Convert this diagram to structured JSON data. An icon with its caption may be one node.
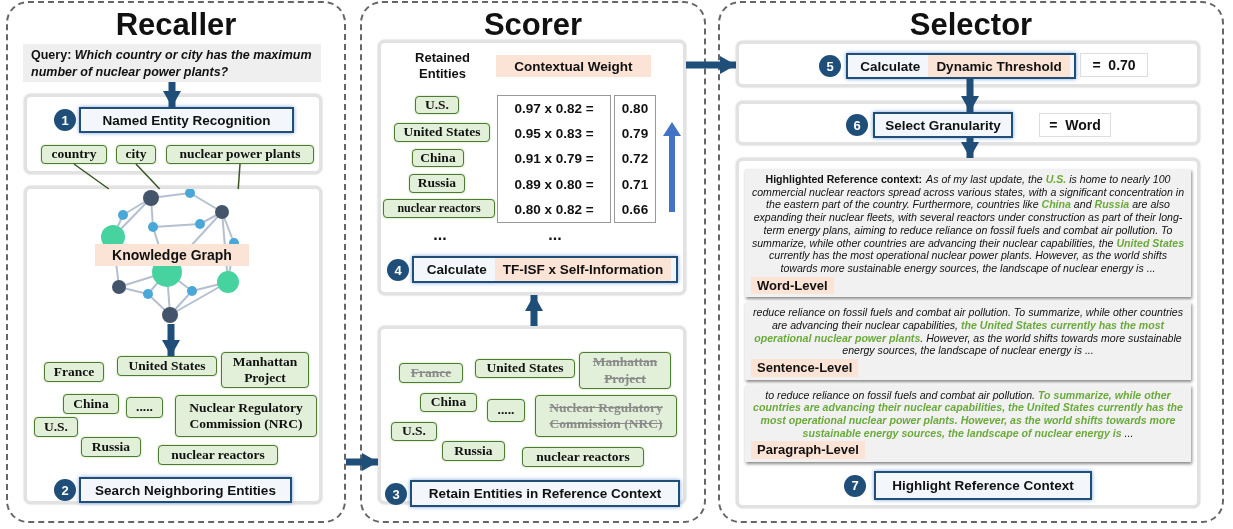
{
  "diagram": {
    "nodes": [
      {
        "text": [
          "Recaller"
        ]
      },
      {
        "text": [
          "Query: *Which country or city has the maximum number of nuclear power plants?*"
        ],
        "in": 0
      },
      {
        "text": [],
        "shape": "box",
        "in": 0
      },
      {
        "text": [
          "Named Entity Recognition"
        ],
        "beside": [
          "1"
        ],
        "in": 2
      },
      {
        "text": [
          "country"
        ],
        "in": 2
      },
      {
        "text": [
          "city"
        ],
        "in": 2
      },
      {
        "text": [
          "nuclear power plants"
        ],
        "in": 2
      },
      {
        "text": [],
        "shape": "box",
        "in": 0
      },
      {
        "text": [
          "Knowledge Graph"
        ],
        "in": 7
      },
      {
        "text": [
          "France"
        ],
        "in": 7
      },
      {
        "text": [
          "United States"
        ],
        "in": 7
      },
      {
        "text": [
          "Manhattan Project"
        ],
        "in": 7
      },
      {
        "text": [
          "China"
        ],
        "in": 7
      },
      {
        "text": [
          "....."
        ],
        "in": 7
      },
      {
        "text": [
          "Nuclear Regulatory Commission (NRC)"
        ],
        "in": 7
      },
      {
        "text": [
          "U.S."
        ],
        "in": 7
      },
      {
        "text": [
          "Russia"
        ],
        "in": 7
      },
      {
        "text": [
          "nuclear reactors"
        ],
        "in": 7
      },
      {
        "text": [
          "Search Neighboring Entities"
        ],
        "beside": [
          "2"
        ],
        "in": 7
      },
      {
        "text": [
          "Scorer"
        ]
      },
      {
        "text": [],
        "shape": "box",
        "in": 19
      },
      {
        "text": [
          "Contextual Weight"
        ],
        "in": 20
      },
      {
        "text": [
          "U.S."
        ],
        "in": 20
      },
      {
        "text": [
          "United States"
        ],
        "in": 20
      },
      {
        "text": [
          "China"
        ],
        "in": 20
      },
      {
        "text": [
          "Russia"
        ],
        "in": 20
      },
      {
        "text": [
          "nuclear reactors"
        ],
        "in": 20
      },
      {
        "text": [
          "0.97 x 0.82 =",
          "0.95 x 0.83 =",
          "0.91 x 0.79 =",
          "0.89 x 0.80 =",
          "0.80 x 0.82 ="
        ],
        "in": 20
      },
      {
        "text": [
          "0.80",
          "0.79",
          "0.72",
          "0.71",
          "0.66"
        ],
        "in": 20
      },
      {
        "text": [
          "Calculate",
          "TF-ISF x Self-Information"
        ],
        "beside": [
          "4"
        ],
        "in": 20
      },
      {
        "text": [],
        "shape": "box",
        "in": 19
      },
      {
        "text": [
          "France"
        ],
        "in": 30
      },
      {
        "text": [
          "United States"
        ],
        "in": 30
      },
      {
        "text": [
          "Manhattan Project"
        ],
        "in": 30
      },
      {
        "text": [
          "China"
        ],
        "in": 30
      },
      {
        "text": [
          "....."
        ],
        "in": 30
      },
      {
        "text": [
          "Nuclear Regulatory Commission (NRC)"
        ],
        "in": 30
      },
      {
        "text": [
          "U.S."
        ],
        "in": 30
      },
      {
        "text": [
          "Russia"
        ],
        "in": 30
      },
      {
        "text": [
          "nuclear reactors"
        ],
        "in": 30
      },
      {
        "text": [
          "Retain Entities in Reference Context"
        ],
        "beside": [
          "3"
        ],
        "in": 30
      },
      {
        "text": [
          "Selector"
        ]
      },
      {
        "text": [],
        "shape": "box",
        "in": 41
      },
      {
        "text": [
          "Calculate",
          "Dynamic Threshold"
        ],
        "beside": [
          "5"
        ],
        "in": 42
      },
      {
        "text": [
          "=  0.70"
        ],
        "in": 42
      },
      {
        "text": [],
        "shape": "box",
        "in": 41
      },
      {
        "text": [
          "Select Granularity"
        ],
        "beside": [
          "6"
        ],
        "in": 45
      },
      {
        "text": [
          "=  Word"
        ],
        "in": 45
      },
      {
        "text": [],
        "shape": "box",
        "in": 41
      },
      {
        "text": [
          "Highlighted Reference context:",
          "As of my last update, the **U.S.** is home to nearly 100 commercial nuclear reactors spread across various states, with a significant concentration in the eastern part of the country. Furthermore, countries like **China** and **Russia** are also expanding their nuclear fleets, with several reactors under construction as part of their long-term energy plans, aiming to reduce reliance on fossil fuels and combat air pollution. To summarize, while other countries are advancing their nuclear capabilities, the **United States** currently has the most operational nuclear power plants. However, as the world shifts towards more sustainable energy sources, the landscape of nuclear energy is ...",
          "Word-Level"
        ],
        "in": 48
      },
      {
        "text": [
          "reduce reliance on fossil fuels and combat air pollution. To summarize, while other countries are advancing their nuclear capabilities, **the United States currently has the most operational nuclear power plants**. However, as the world shifts towards more sustainable energy sources, the landscape of nuclear energy is ...",
          "Sentence-Level"
        ],
        "in": 48
      },
      {
        "text": [
          "to reduce reliance on fossil fuels and combat air pollution. **To summarize, while other countries are advancing their nuclear capabilities, the United States currently has the most operational nuclear power plants. However, as the world shifts towards more sustainable energy sources, the landscape of nuclear energy is** ...",
          "Paragraph-Level"
        ],
        "in": 48
      },
      {
        "text": [
          "Highlight Reference Context"
        ],
        "beside": [
          "7"
        ],
        "in": 48
      }
    ],
    "edges": [
      {
        "from": 1,
        "to": 3,
        "arrow": "to"
      },
      {
        "from": 4,
        "to": 8,
        "arrow": "none",
        "color": "#375623"
      },
      {
        "from": 5,
        "to": 8,
        "arrow": "none",
        "color": "#375623"
      },
      {
        "from": 6,
        "to": 8,
        "arrow": "none",
        "color": "#375623"
      },
      {
        "from": 8,
        "to": 10,
        "arrow": "to"
      },
      {
        "from": 0,
        "to": 30,
        "arrow": "to"
      },
      {
        "from": 30,
        "to": 20,
        "arrow": "to"
      },
      {
        "from": 20,
        "to": 42,
        "arrow": "to"
      },
      {
        "from": 43,
        "to": 46,
        "arrow": "to"
      },
      {
        "from": 46,
        "to": 48,
        "arrow": "to"
      }
    ],
    "labels": [
      "Retained Entities",
      "...",
      "..."
    ]
  }
}
